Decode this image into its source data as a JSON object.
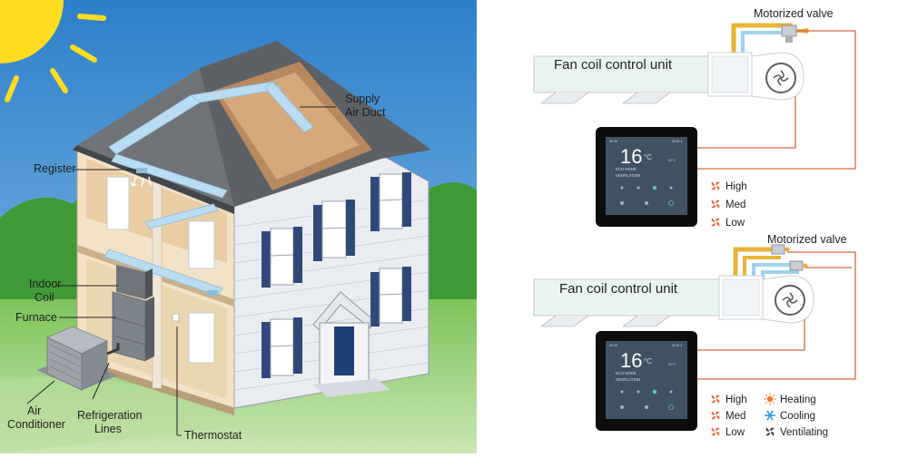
{
  "house_diagram": {
    "labels": {
      "supply_air_duct_line1": "Supply",
      "supply_air_duct_line2": "Air Duct",
      "register": "Register",
      "indoor_coil_line1": "Indoor",
      "indoor_coil_line2": "Coil",
      "furnace": "Furnace",
      "air_conditioner_line1": "Air",
      "air_conditioner_line2": "Conditioner",
      "refrigeration_lines_line1": "Refrigeration",
      "refrigeration_lines_line2": "Lines",
      "thermostat": "Thermostat"
    }
  },
  "fan_coil_top": {
    "valve_label": "Motorized valve",
    "unit_label": "Fan coil control unit",
    "thermostat": {
      "temperature": "16",
      "unit": "°C",
      "mode_line1": "ECO MODE",
      "mode_line2": "VENTILATION",
      "status_left": "08:48",
      "status_right": "MON 4",
      "side_temp": "30°C"
    },
    "legend": [
      {
        "label": "High",
        "icon": "fan-icon",
        "color": "#e8663a"
      },
      {
        "label": "Med",
        "icon": "fan-icon",
        "color": "#e8663a"
      },
      {
        "label": "Low",
        "icon": "fan-icon",
        "color": "#e8663a"
      }
    ]
  },
  "fan_coil_bottom": {
    "valve_label": "Motorized valve",
    "unit_label": "Fan coil control unit",
    "thermostat": {
      "temperature": "16",
      "unit": "°C",
      "mode_line1": "ECO MODE",
      "mode_line2": "VENTILATION",
      "status_left": "08:48",
      "status_right": "MON 4",
      "side_temp": "30°C"
    },
    "legend_speed": [
      {
        "label": "High",
        "icon": "fan-icon",
        "color": "#e8663a"
      },
      {
        "label": "Med",
        "icon": "fan-icon",
        "color": "#e8663a"
      },
      {
        "label": "Low",
        "icon": "fan-icon",
        "color": "#e8663a"
      }
    ],
    "legend_mode": [
      {
        "label": "Heating",
        "icon": "sun-icon",
        "color": "#f07a2a"
      },
      {
        "label": "Cooling",
        "icon": "snowflake-icon",
        "color": "#2f9be0"
      },
      {
        "label": "Ventilating",
        "icon": "fan-icon",
        "color": "#3a3a3a"
      }
    ]
  },
  "colors": {
    "sky": "#3d8fd1",
    "sun": "#ffd91a",
    "grass": "#5aaa3c",
    "duct": "#b9dcf2",
    "wire": "#d9683e",
    "hot_pipe": "#e7b43a",
    "cold_pipe": "#9ed2ee",
    "thermostat_body": "#0d0d0d",
    "thermostat_screen": "#3f5263"
  }
}
